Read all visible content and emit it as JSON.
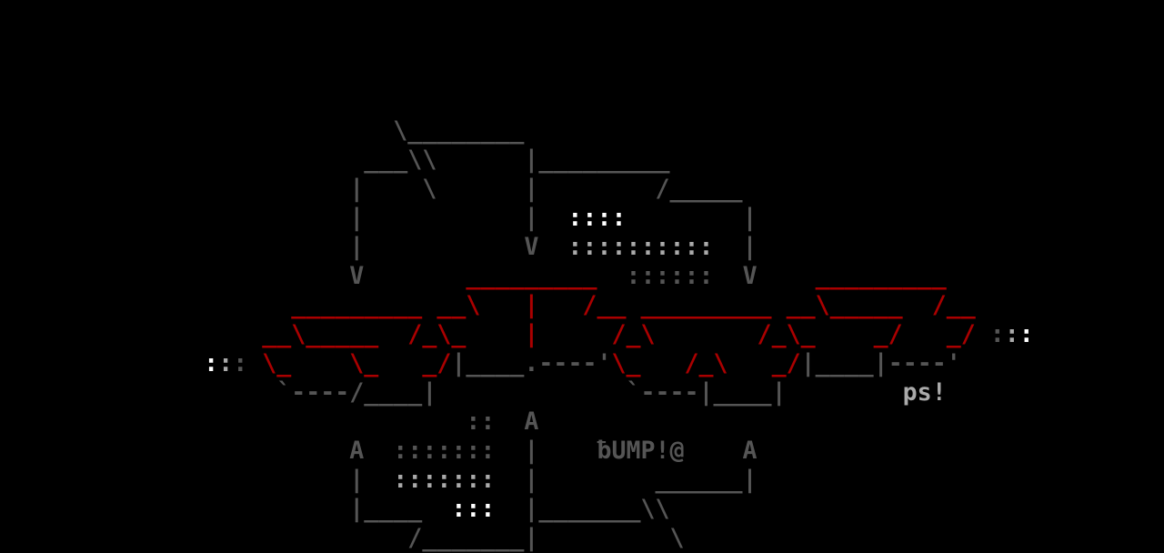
{
  "colors": {
    "g": "#555555",
    "r": "#aa0000",
    "w": "#ffffff",
    "l": "#aaaaaa",
    "d": "#555555"
  },
  "rows": [
    {
      "segments": []
    },
    {
      "segments": []
    },
    {
      "segments": []
    },
    {
      "segments": []
    },
    {
      "segments": [
        {
          "t": "                           \\________",
          "c": "g"
        }
      ]
    },
    {
      "segments": [
        {
          "t": "                         ___\\\\      |_________",
          "c": "g"
        }
      ]
    },
    {
      "segments": [
        {
          "t": "                        |    \\      |        /_____",
          "c": "g"
        }
      ]
    },
    {
      "segments": [
        {
          "t": "                        |           |  ",
          "c": "g"
        },
        {
          "t": "::::",
          "c": "w"
        },
        {
          "t": "        |",
          "c": "g"
        }
      ]
    },
    {
      "segments": [
        {
          "t": "                        |           V  ",
          "c": "g"
        },
        {
          "t": "::::::::::",
          "c": "l"
        },
        {
          "t": "  |",
          "c": "g"
        }
      ]
    },
    {
      "segments": [
        {
          "t": "                        V       ",
          "c": "g"
        },
        {
          "t": "_________",
          "c": "r"
        },
        {
          "t": "  ",
          "c": "g"
        },
        {
          "t": "::::::",
          "c": "d"
        },
        {
          "t": "  V    ",
          "c": "g"
        },
        {
          "t": "_________",
          "c": "r"
        }
      ]
    },
    {
      "segments": [
        {
          "t": "                    _________ __\\   |   /__ _________ __\\_____  /__",
          "c": "r"
        }
      ]
    },
    {
      "segments": [
        {
          "t": "                  __\\_____  /_\\_    |     /_\\       /_\\_    _/   _/",
          "c": "r"
        },
        {
          "t": " ",
          "c": "g"
        },
        {
          "t": ":",
          "c": "d"
        },
        {
          "t": ":",
          "c": "l"
        },
        {
          "t": ":",
          "c": "w"
        }
      ]
    },
    {
      "segments": [
        {
          "t": "              ",
          "c": "g"
        },
        {
          "t": ":",
          "c": "w"
        },
        {
          "t": ":",
          "c": "l"
        },
        {
          "t": ":",
          "c": "d"
        },
        {
          "t": " ",
          "c": "g"
        },
        {
          "t": "\\_    \\_   _/",
          "c": "r"
        },
        {
          "t": "|____.----'",
          "c": "g"
        },
        {
          "t": "\\_   /_\\   _/",
          "c": "r"
        },
        {
          "t": "|____|----'",
          "c": "g"
        }
      ]
    },
    {
      "segments": [
        {
          "t": "                   `----/____|             `----|____|        ",
          "c": "g"
        },
        {
          "t": "ps!",
          "c": "l"
        }
      ]
    },
    {
      "segments": [
        {
          "t": "                                ",
          "c": "g"
        },
        {
          "t": "::",
          "c": "d"
        },
        {
          "t": "  A",
          "c": "g"
        }
      ]
    },
    {
      "segments": [
        {
          "t": "                        A  ",
          "c": "g"
        },
        {
          "t": ":::::::",
          "c": "d"
        },
        {
          "t": "  |    ƀUMP!@    A",
          "c": "g"
        }
      ]
    },
    {
      "segments": [
        {
          "t": "                        |  ",
          "c": "g"
        },
        {
          "t": ":::::::",
          "c": "l"
        },
        {
          "t": "  |        ______|",
          "c": "g"
        }
      ]
    },
    {
      "segments": [
        {
          "t": "                        |____  ",
          "c": "g"
        },
        {
          "t": ":::",
          "c": "w"
        },
        {
          "t": "  |_______\\\\",
          "c": "g"
        }
      ]
    },
    {
      "segments": [
        {
          "t": "                            /_______|         \\",
          "c": "g"
        }
      ]
    }
  ]
}
